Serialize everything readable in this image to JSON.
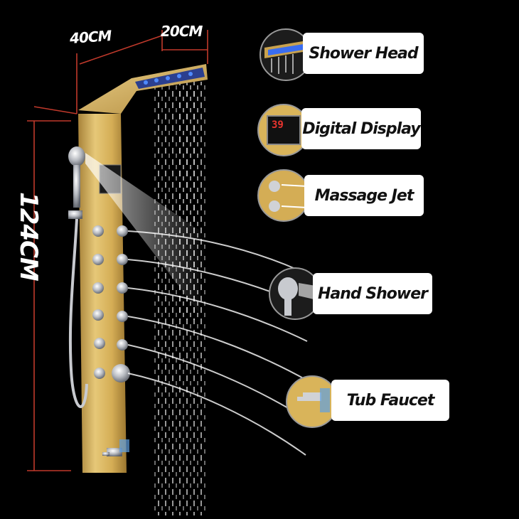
{
  "dimensions": {
    "depth": "40CM",
    "width": "20CM",
    "height": "124CM"
  },
  "features": [
    {
      "label": "Shower  Head",
      "icon": "shower-head-icon"
    },
    {
      "label": "Digital Display",
      "icon": "digital-display-icon"
    },
    {
      "label": "Massage Jet",
      "icon": "massage-jet-icon"
    },
    {
      "label": "Hand Shower",
      "icon": "hand-shower-icon"
    },
    {
      "label": "Tub Faucet",
      "icon": "tub-faucet-icon"
    }
  ],
  "display_reading": "39",
  "colors": {
    "background": "#000000",
    "panel_gold": "#d9b45a",
    "dimension_line": "#c0392b",
    "led_blue": "#3a6df0",
    "display_red": "#e8342e",
    "card": "#ffffff"
  }
}
